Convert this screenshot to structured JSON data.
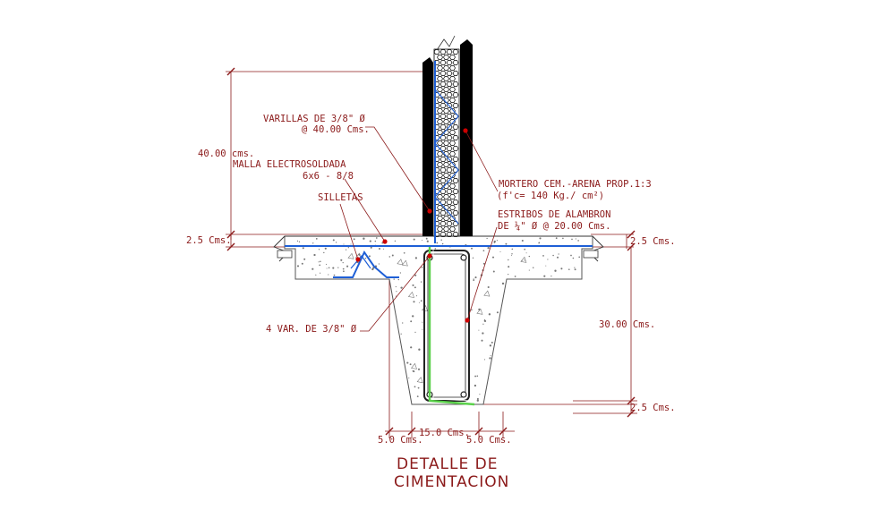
{
  "labels": {
    "dim_40": "40.00 cms.",
    "malla_1": "MALLA ELECTROSOLDADA",
    "malla_2": "6x6 - 8/8",
    "varillas_1": "VARILLAS DE 3/8\" Ø",
    "varillas_2": "@ 40.00 Cms.",
    "silletas": "SILLETAS",
    "dim_25_left": "2.5 Cms.",
    "var4": "4 VAR. DE 3/8\" Ø",
    "mortero_1": "MORTERO CEM.-ARENA PROP.1:3",
    "mortero_2": "(f'c= 140 Kg./ cm²)",
    "estribos_1": "ESTRIBOS DE ALAMBRON",
    "estribos_2": "DE ¼\" Ø @ 20.00 Cms.",
    "dim_25_right_top": "2.5 Cms.",
    "dim_30": "30.00 Cms.",
    "dim_25_right_bottom": "2.5 Cms.",
    "dim_5_left": "5.0 Cms.",
    "dim_15": "15.0 Cms.",
    "dim_5_right": "5.0 Cms."
  },
  "title": {
    "line1": "DETALLE DE",
    "line2": "CIMENTACION"
  },
  "colors": {
    "annotation": "#8b1a1a",
    "concrete_outline": "#555555",
    "wall_block": "#000000",
    "rebar_blue": "#1e5fd6",
    "stirrup": "#222222",
    "green_bar": "#5ad14a",
    "leader_dot": "#cc0000"
  }
}
